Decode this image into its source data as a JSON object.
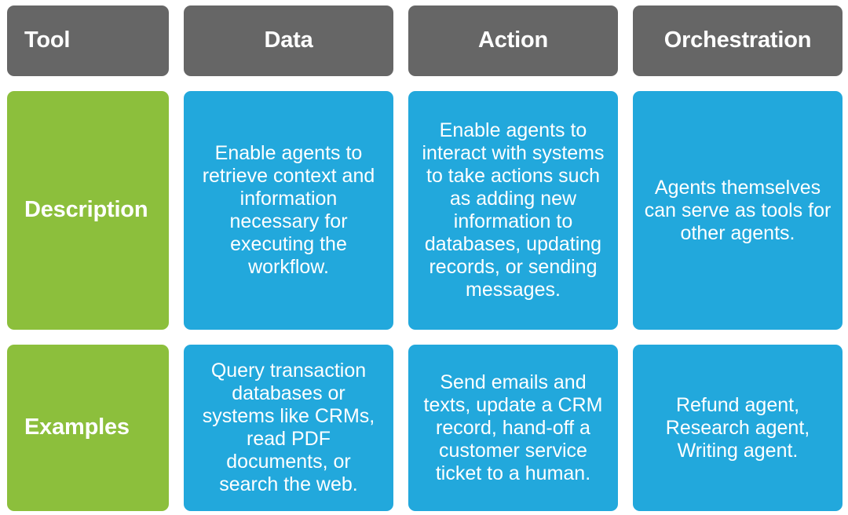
{
  "colors": {
    "header_bg": "#666666",
    "row_label_bg": "#8cbf3c",
    "content_bg": "#22a8dc",
    "text": "#ffffff",
    "page_bg": "#ffffff"
  },
  "table": {
    "columns": [
      {
        "key": "tool",
        "label": "Tool"
      },
      {
        "key": "data",
        "label": "Data"
      },
      {
        "key": "action",
        "label": "Action"
      },
      {
        "key": "orchestration",
        "label": "Orchestration"
      }
    ],
    "rows": [
      {
        "key": "description",
        "label": "Description",
        "cells": [
          "Enable agents to retrieve context and information necessary for executing the workflow.",
          "Enable agents to interact with systems to take actions such as adding new information to databases, updating records, or sending messages.",
          "Agents themselves can serve as tools for other agents."
        ]
      },
      {
        "key": "examples",
        "label": "Examples",
        "cells": [
          "Query transaction databases or systems like CRMs, read PDF documents, or search the web.",
          "Send emails and texts, update a CRM record, hand-off a customer service ticket to a human.",
          "Refund agent, Research agent, Writing agent."
        ]
      }
    ]
  }
}
